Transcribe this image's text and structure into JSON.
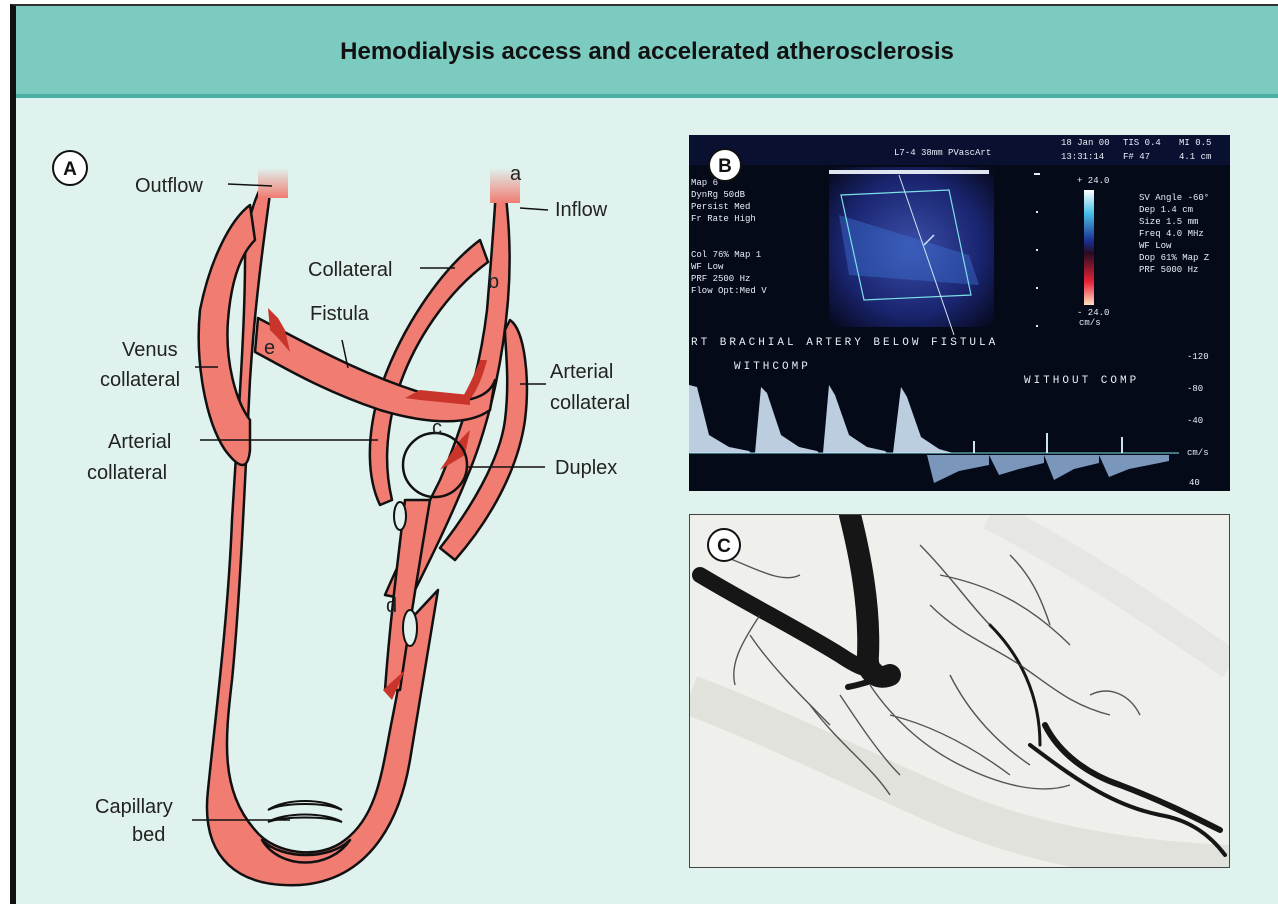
{
  "title": "Hemodialysis access and accelerated atherosclerosis",
  "panel_a": {
    "badge": "A",
    "labels": {
      "outflow": "Outflow",
      "inflow": "Inflow",
      "collateral": "Collateral",
      "fistula": "Fistula",
      "venus_collateral_1": "Venus",
      "venus_collateral_2": "collateral",
      "arterial_collateral_right_1": "Arterial",
      "arterial_collateral_right_2": "collateral",
      "arterial_collateral_left_1": "Arterial",
      "arterial_collateral_left_2": "collateral",
      "duplex": "Duplex",
      "capillary_bed_1": "Capillary",
      "capillary_bed_2": "bed",
      "letter_a": "a",
      "letter_b": "b",
      "letter_c": "c",
      "letter_d": "d",
      "letter_e": "e"
    }
  },
  "panel_b": {
    "badge": "B",
    "header_probe": "L7-4 38mm PVascArt",
    "header_date": "18 Jan 00",
    "header_time": "13:31:14",
    "header_ti": "TIS 0.4",
    "header_mi": "MI 0.5",
    "header_frame": "F# 47",
    "header_depth": "4.1 cm",
    "left_settings": [
      "Map 6",
      "DynRg 50dB",
      "Persist Med",
      "Fr Rate High",
      "",
      "Col 76%  Map 1",
      "WF Low",
      "PRF 2500  Hz",
      "Flow Opt:Med V"
    ],
    "right_settings": [
      "SV Angle -60°",
      "Dep 1.4  cm",
      "Size 1.5  mm",
      "Freq 4.0  MHz",
      "WF Low",
      "Dop 61%  Map Z",
      "PRF 5000  Hz"
    ],
    "color_scale_top": "+ 24.0",
    "color_scale_bottom": "- 24.0",
    "color_scale_unit": "cm/s",
    "caption": "RT BRACHIAL ARTERY BELOW FISTULA",
    "with_comp": "WITHCOMP",
    "without_comp": "WITHOUT COMP",
    "scale_labels": [
      "-120",
      "-80",
      "-40",
      "cm/s",
      "40"
    ]
  },
  "panel_c": {
    "badge": "C"
  },
  "colors": {
    "vessel": "#f07c72",
    "vessel_outline": "#111111",
    "background": "#dff2ee",
    "header": "#7ccbc1"
  }
}
